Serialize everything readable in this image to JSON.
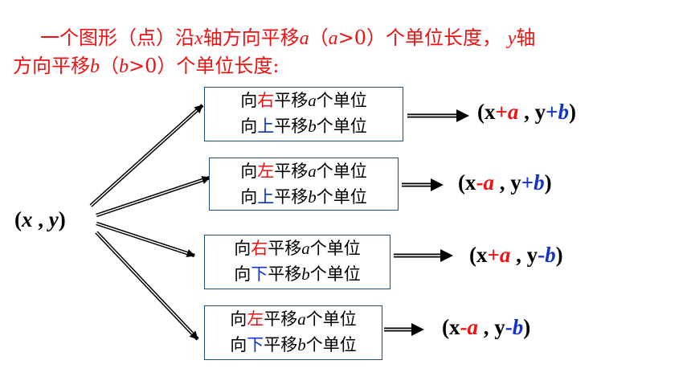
{
  "intro": {
    "line1_a": "一个图形（点）沿",
    "line1_x": "x",
    "line1_b": "轴方向平移",
    "line1_a_var": "a",
    "line1_c": "（",
    "line1_a_var2": "a",
    "line1_d": ">0）个单位长度，",
    "line1_y": "y",
    "line1_e": "轴",
    "line2_a": "方向平移",
    "line2_b_var": "b",
    "line2_b": "（",
    "line2_b_var2": "b",
    "line2_c": ">0）个单位长度:"
  },
  "source_point": {
    "open": "(",
    "x": "x",
    "sep": " , ",
    "y": "y",
    "close": ")"
  },
  "cases": [
    {
      "h_prefix": "向",
      "h_dir": "右",
      "h_rest": "平移",
      "h_var": "a",
      "h_unit": "个单位",
      "v_prefix": "向",
      "v_dir": "上",
      "v_rest": "平移",
      "v_var": "b",
      "v_unit": "个单位",
      "res_open": "(x",
      "res_op1": "+",
      "res_a": "a",
      "res_mid": " , y",
      "res_op2": "+",
      "res_b": "b",
      "res_close": ")"
    },
    {
      "h_prefix": "向",
      "h_dir": "左",
      "h_rest": "平移",
      "h_var": "a",
      "h_unit": "个单位",
      "v_prefix": "向",
      "v_dir": "上",
      "v_rest": "平移",
      "v_var": "b",
      "v_unit": "个单位",
      "res_open": "(x",
      "res_op1": "-",
      "res_a": "a",
      "res_mid": " , y",
      "res_op2": "+",
      "res_b": "b",
      "res_close": ")"
    },
    {
      "h_prefix": "向",
      "h_dir": "右",
      "h_rest": "平移",
      "h_var": "a",
      "h_unit": "个单位",
      "v_prefix": "向",
      "v_dir": "下",
      "v_rest": "平移",
      "v_var": "b",
      "v_unit": "个单位",
      "res_open": "(x",
      "res_op1": "+",
      "res_a": "a",
      "res_mid": " , y",
      "res_op2": "-",
      "res_b": "b",
      "res_close": ")"
    },
    {
      "h_prefix": "向",
      "h_dir": "左",
      "h_rest": "平移",
      "h_var": "a",
      "h_unit": "个单位",
      "v_prefix": "向",
      "v_dir": "下",
      "v_rest": "平移",
      "v_var": "b",
      "v_unit": "个单位",
      "res_open": "(x",
      "res_op1": "-",
      "res_a": "a",
      "res_mid": " , y",
      "res_op2": "-",
      "res_b": "b",
      "res_close": ")"
    }
  ]
}
